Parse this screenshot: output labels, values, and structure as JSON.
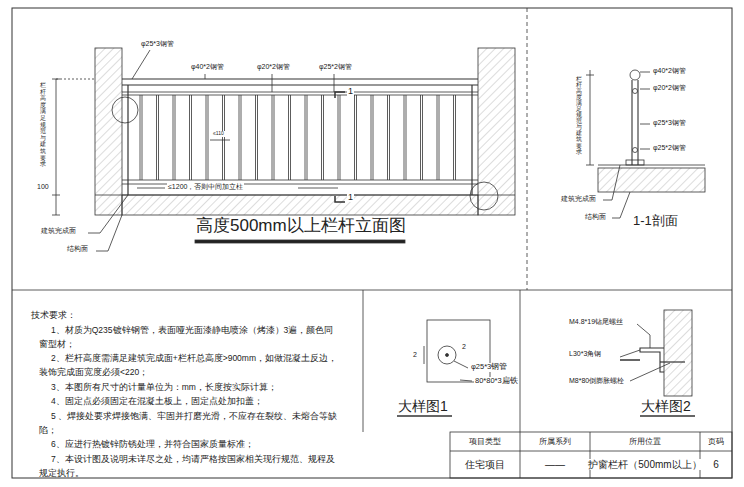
{
  "diagram": {
    "labels": [
      "φ25*3钢管",
      "φ40*2钢管",
      "φ20*2钢管",
      "φ25*2钢管",
      "1",
      "≤110",
      "栏杆高度满足规范与建筑要求",
      "100",
      "≤1200，否则中间加立柱",
      "1",
      "高度500mm以上栏杆立面图",
      "建筑完成面",
      "结构面",
      "φ40*2钢管",
      "φ20*2钢管",
      "φ25*3钢管",
      "φ25*2钢管",
      "栏杆高度满足规范与建筑要求",
      "建筑完成面",
      "结构面",
      "1-1剖面",
      "技术要求：",
      "1、材质为Q235镀锌钢管，表面哑光面漆静电喷涂（烤漆）3遍，颜色同窗型材；",
      "2、栏杆高度需满足建筑完成面+栏杆总高度>900mm，如做混凝土反边，装饰完成面宽度必须<220；",
      "3、本图所有尺寸的计量单位为：mm，长度按实际计算；",
      "4、固定点必须固定在混凝土板上，固定点处加扣盖；",
      "5 、焊接处要求焊接饱满、牢固并打磨光滑，不应存在裂纹、未熔合等缺陷；",
      "6、应进行热镀锌防锈处理，并符合国家质量标准；",
      "7、本设计图及说明未详尽之处，均请严格按国家相关现行规范、规程及规定执行。",
      "2",
      "2",
      "φ25*3钢管",
      "80*80*3扁铁",
      "大样图1",
      "M4.8*19钻尾螺丝",
      "L30*3角钢",
      "M8*80倒膨胀螺栓",
      "大样图2",
      "项目类型",
      "所属系列",
      "所用位置",
      "页码",
      "住宅项目",
      "——",
      "护窗栏杆（500mm以上）",
      "6"
    ]
  }
}
